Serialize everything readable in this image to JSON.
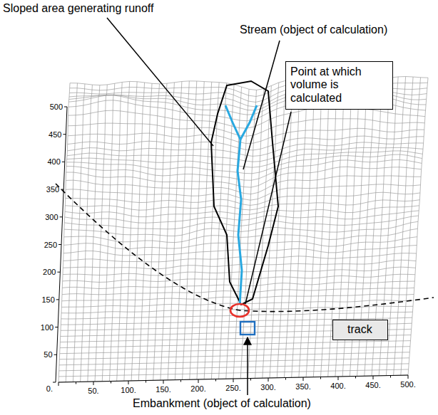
{
  "diagram": {
    "nodes": [
      {
        "text": [
          "Point at which volume is calculated"
        ]
      },
      {
        "text": [
          "track"
        ]
      }
    ],
    "labels": [
      "Sloped area generating runoff",
      "Stream (object of calculation)",
      "500",
      "450",
      "400",
      "350",
      "300",
      "250",
      "200",
      "150",
      "100",
      "50",
      "0.",
      "50.",
      "100.",
      "150.",
      "200.",
      "250.",
      "300.",
      "350.",
      "400.",
      "450.",
      "500.",
      "Embankment (object of calculation)"
    ]
  }
}
